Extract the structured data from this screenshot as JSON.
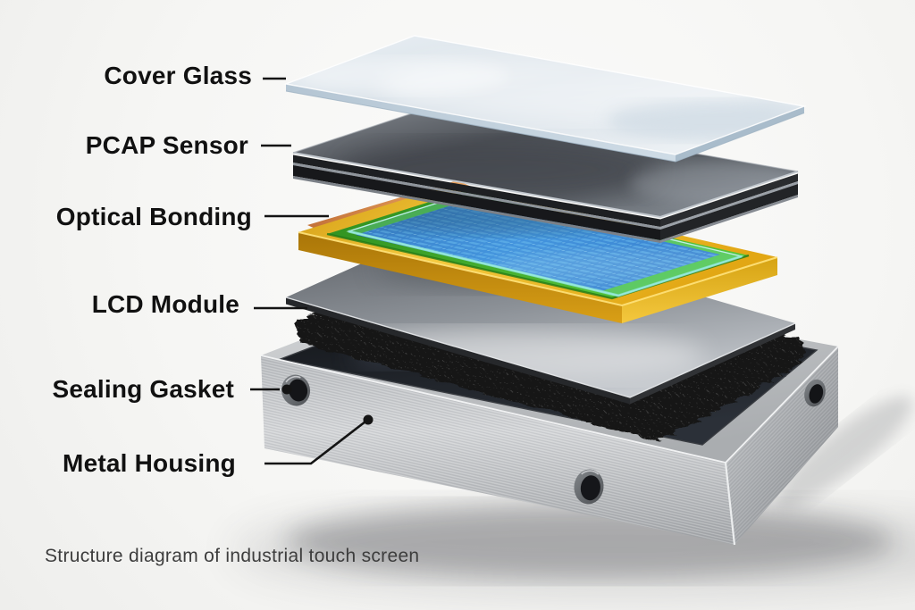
{
  "diagram": {
    "caption": "Structure diagram of industrial touch screen",
    "labels": [
      {
        "id": "cover-glass",
        "text": "Cover Glass"
      },
      {
        "id": "pcap-sensor",
        "text": "PCAP Sensor"
      },
      {
        "id": "optical-bonding",
        "text": "Optical Bonding"
      },
      {
        "id": "lcd-module",
        "text": "LCD Module"
      },
      {
        "id": "sealing-gasket",
        "text": "Sealing Gasket"
      },
      {
        "id": "metal-housing",
        "text": "Metal Housing"
      }
    ],
    "colors": {
      "label_text": "#111111",
      "caption_text": "#3d3d3d",
      "leader_line": "#141414",
      "cover_glass": "#dde6ec",
      "pcap_sensor": "#5c6167",
      "optical_bonding_gold": "#e9b427",
      "lcd_blue": "#2b6fd6",
      "pcb_green": "#3aa832",
      "gasket_black": "#141414",
      "housing_silver": "#c6c8cb"
    }
  }
}
